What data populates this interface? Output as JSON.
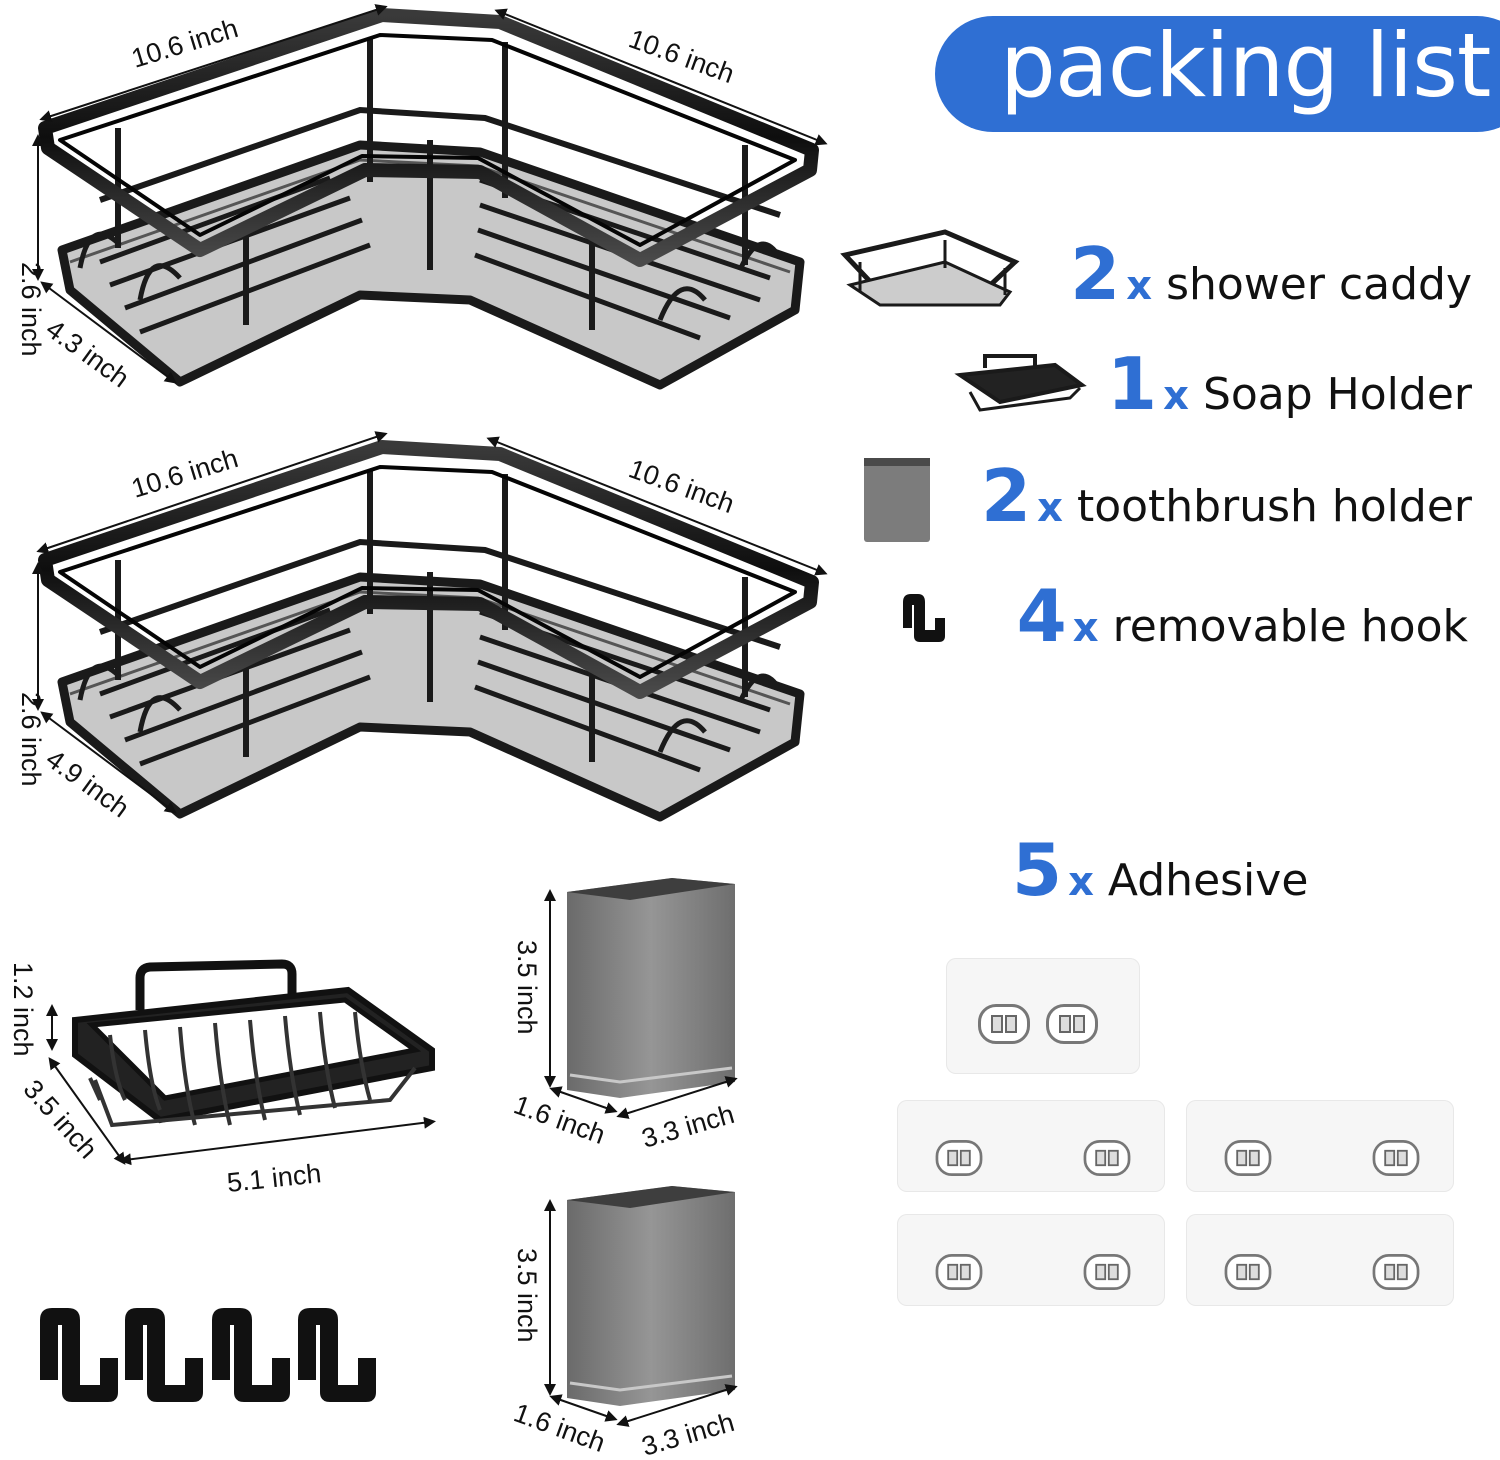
{
  "packing_list": {
    "title": "packing list",
    "items": [
      {
        "qty": "2",
        "x": "x",
        "name": "shower caddy",
        "icon": "shower-caddy-icon"
      },
      {
        "qty": "1",
        "x": "x",
        "name": "Soap Holder",
        "icon": "soap-holder-icon"
      },
      {
        "qty": "2",
        "x": "x",
        "name": "toothbrush holder",
        "icon": "toothbrush-holder-icon"
      },
      {
        "qty": "4",
        "x": "x",
        "name": "removable hook",
        "icon": "hook-icon"
      },
      {
        "qty": "5",
        "x": "x",
        "name": "Adhesive",
        "icon": "adhesive-pad-icon"
      }
    ]
  },
  "dimensions": {
    "caddy_top": {
      "left_width": "10.6 inch",
      "right_width": "10.6 inch",
      "height": "2.6 inch",
      "depth": "4.3 inch"
    },
    "caddy_bottom": {
      "left_width": "10.6 inch",
      "right_width": "10.6 inch",
      "height": "2.6 inch",
      "depth": "4.9 inch"
    },
    "soap_holder": {
      "height": "1.2 inch",
      "depth": "3.5 inch",
      "width": "5.1 inch"
    },
    "toothbrush_top": {
      "height": "3.5 inch",
      "depth": "1.6 inch",
      "width": "3.3 inch"
    },
    "toothbrush_bottom": {
      "height": "3.5 inch",
      "depth": "1.6 inch",
      "width": "3.3 inch"
    }
  },
  "colors": {
    "accent": "#2f6fd3",
    "metal": "#1c1c1c",
    "translucent": "#6e6e6e"
  }
}
